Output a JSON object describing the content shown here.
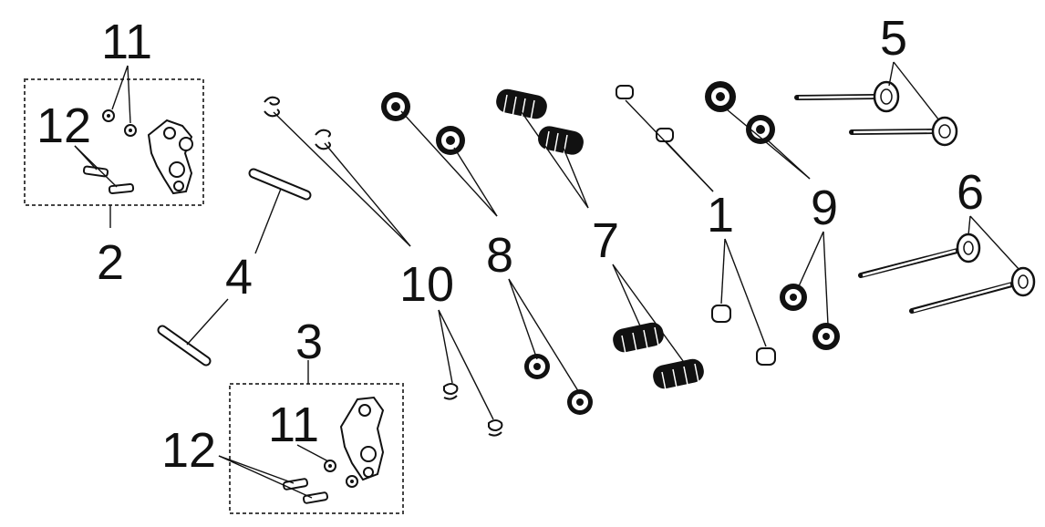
{
  "diagram": {
    "callouts": {
      "c1": "1",
      "c2": "2",
      "c3": "3",
      "c4": "4",
      "c5": "5",
      "c6": "6",
      "c7": "7",
      "c8": "8",
      "c9": "9",
      "c10": "10",
      "c11_top": "11",
      "c11_bottom": "11",
      "c12_top": "12",
      "c12_bottom": "12"
    }
  }
}
